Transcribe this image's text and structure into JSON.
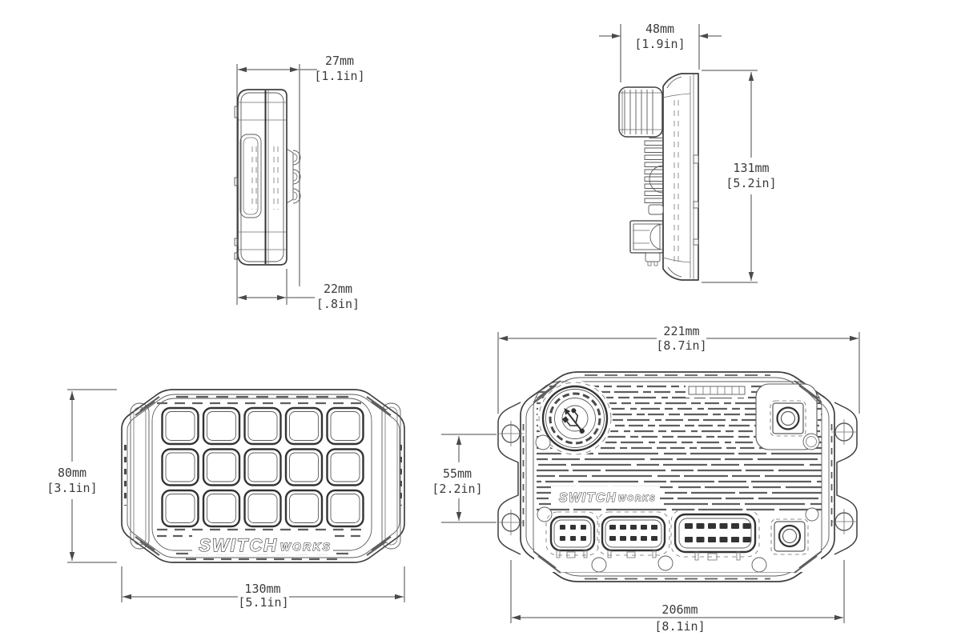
{
  "brand": {
    "switch": "SWITCH",
    "works": "WORKS"
  },
  "dimensions": {
    "keypad_width": {
      "mm": "27mm",
      "in": "[1.1in]"
    },
    "keypad_depth": {
      "mm": "22mm",
      "in": "[.8in]"
    },
    "controller_depth": {
      "mm": "48mm",
      "in": "[1.9in]"
    },
    "controller_height": {
      "mm": "131mm",
      "in": "[5.2in]"
    },
    "keypad_height": {
      "mm": "80mm",
      "in": "[3.1in]"
    },
    "keypad_length": {
      "mm": "130mm",
      "in": "[5.1in]"
    },
    "controller_width": {
      "mm": "221mm",
      "in": "[8.7in]"
    },
    "mount_hole_spacing": {
      "mm": "55mm",
      "in": "[2.2in]"
    },
    "controller_length": {
      "mm": "206mm",
      "in": "[8.1in]"
    }
  },
  "icons": {
    "usb_icon": "usb-trident"
  },
  "colors": {
    "background": "#ffffff",
    "line": "#3f3f3f",
    "dark": "#333333",
    "dim_text": "#3b3b3b"
  }
}
